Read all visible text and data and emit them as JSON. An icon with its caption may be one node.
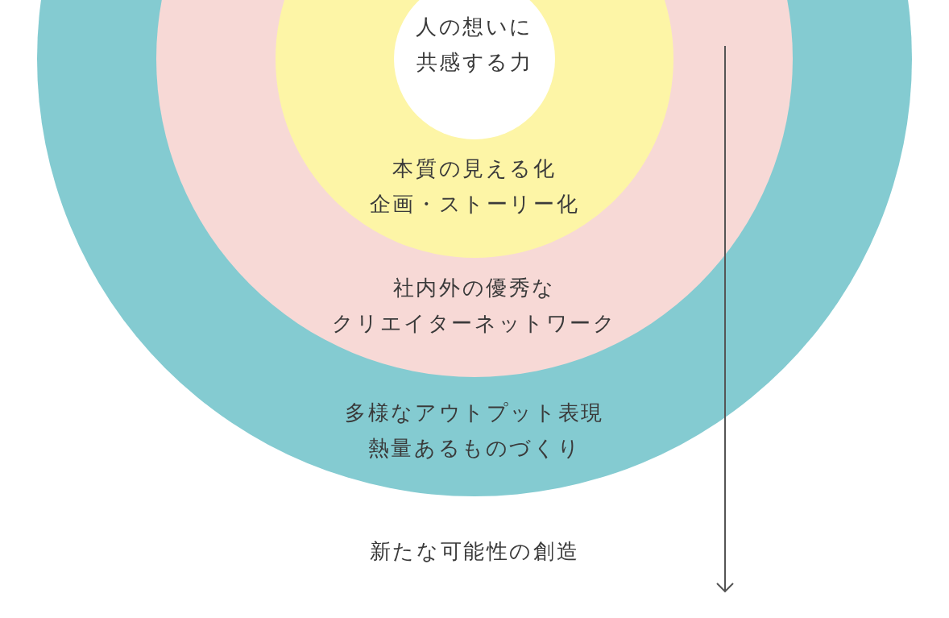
{
  "diagram": {
    "nodes": [
      {
        "text": [
          "多様なアウトプット表現",
          "熱量あるものづくり"
        ]
      },
      {
        "text": [
          "社内外の優秀な",
          "クリエイターネットワーク"
        ],
        "in": 0
      },
      {
        "text": [
          "本質の見える化",
          "企画・ストーリー化"
        ],
        "in": 1
      },
      {
        "text": [
          "人の想いに共感する力"
        ],
        "in": 2
      }
    ],
    "labels": [
      "新たな可能性の創造"
    ]
  }
}
